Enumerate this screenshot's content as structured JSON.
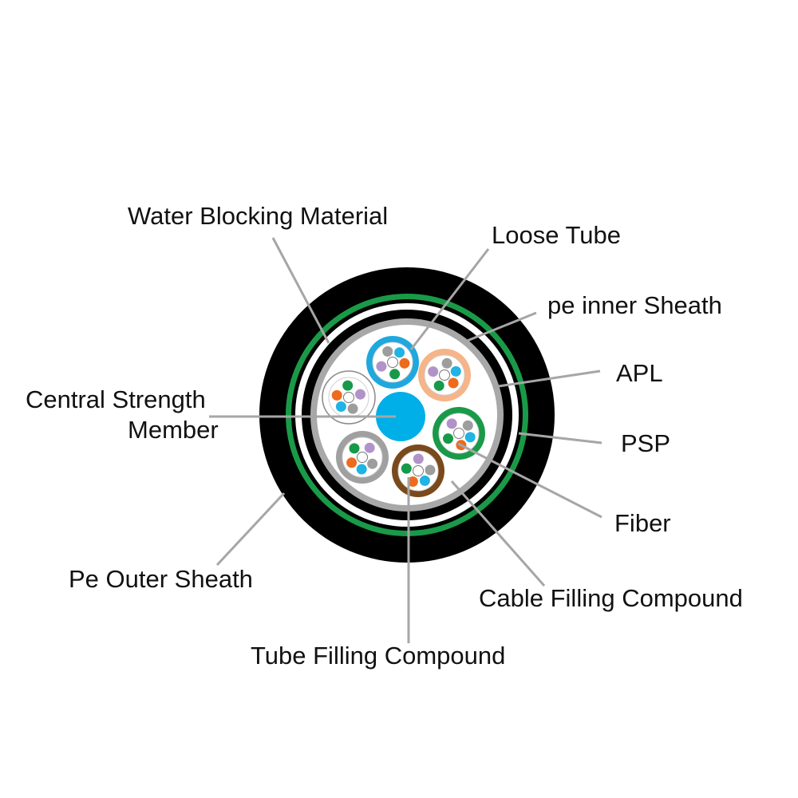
{
  "labels": {
    "water_blocking_material": "Water Blocking Material",
    "loose_tube": "Loose Tube",
    "pe_inner_sheath": "pe inner Sheath",
    "apl": "APL",
    "central_strength_member_line1": "Central Strength",
    "central_strength_member_line2": "Member",
    "psp": "PSP",
    "fiber": "Fiber",
    "pe_outer_sheath": "Pe Outer Sheath",
    "cable_filling_compound": "Cable Filling Compound",
    "tube_filling_compound": "Tube Filling Compound"
  },
  "colors": {
    "outer_sheath": "#000000",
    "psp": "#1a9a48",
    "inner_sheath": "#000000",
    "apl": "#a8a8a8",
    "central_strength_member": "#00aee8",
    "leader_line": "#a6a6a6",
    "fiber_blue": "#1fb4e4",
    "fiber_orange": "#ee6a1c",
    "fiber_green": "#169a4a",
    "fiber_purple": "#b193c9",
    "fiber_grey": "#9d9d9d",
    "fiber_white": "#ffffff"
  },
  "loose_tubes": [
    {
      "name": "blue",
      "color": "#1fa8de"
    },
    {
      "name": "orange",
      "color": "#f6b489"
    },
    {
      "name": "green",
      "color": "#1a9a48"
    },
    {
      "name": "brown",
      "color": "#7a4a1c"
    },
    {
      "name": "grey",
      "color": "#a0a0a0"
    },
    {
      "name": "white",
      "color": "#ffffff"
    }
  ]
}
